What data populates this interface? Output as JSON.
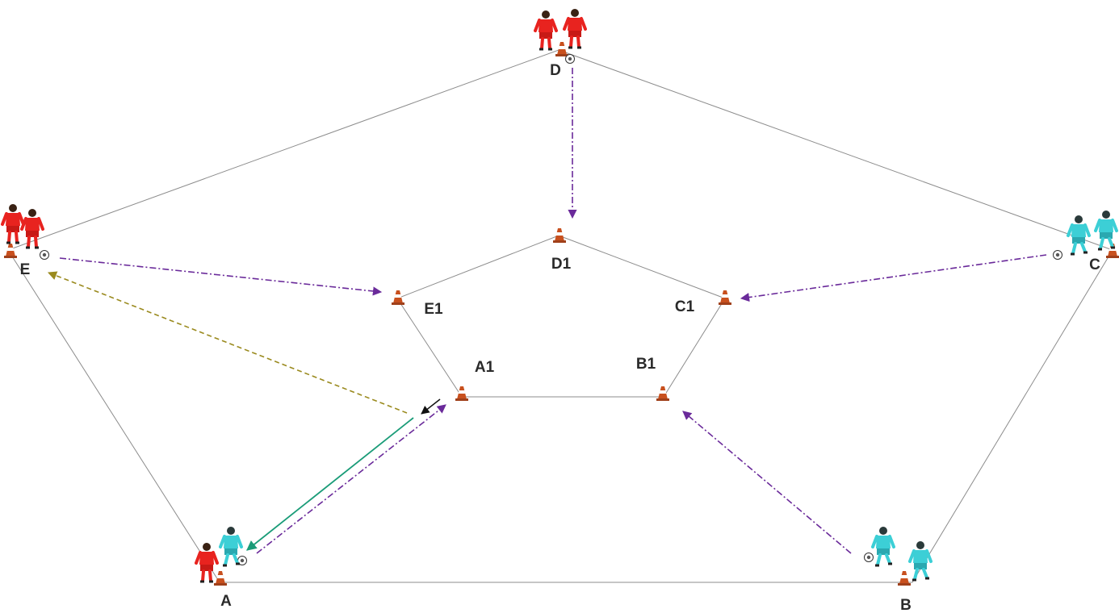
{
  "diagram": {
    "colors": {
      "outline": "#8c8c8c",
      "pass": "#6a2a9a",
      "run": "#9a8a1e",
      "return": "#1a9c78",
      "short_arrow": "#111111",
      "red_team": "#e8231f",
      "cyan_team": "#3ccfd6",
      "cone": "#c8501e"
    },
    "labels": {
      "A": "A",
      "B": "B",
      "C": "C",
      "D": "D",
      "E": "E",
      "A1": "A1",
      "B1": "B1",
      "C1": "C1",
      "D1": "D1",
      "E1": "E1"
    },
    "icons": {
      "cone": "training-cone-icon",
      "ball": "football-icon",
      "player": "player-figure-icon"
    }
  }
}
